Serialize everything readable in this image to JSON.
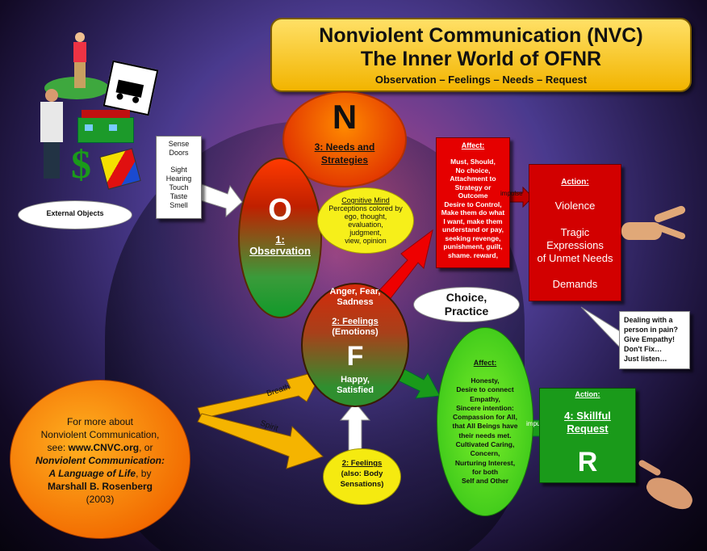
{
  "title": {
    "line1": "Nonviolent Communication (NVC)",
    "line2": "The Inner World of OFNR",
    "subtitle": "Observation – Feelings – Needs – Request"
  },
  "needs": {
    "letter": "N",
    "label": "3: Needs and",
    "label2": "Strategies"
  },
  "observation": {
    "letter": "O",
    "label": "1:",
    "label2": "Observation"
  },
  "feelings": {
    "top_text": "Anger, Fear,",
    "top_text2": "Sadness",
    "label": "2: Feelings",
    "sub": "(Emotions)",
    "letter": "F",
    "bottom_text": "Happy,",
    "bottom_text2": "Satisfied"
  },
  "cognitive": {
    "title": "Cognitive Mind",
    "lines": [
      "Perceptions colored by",
      "ego, thought,",
      "evaluation,",
      "judgment,",
      "view, opinion"
    ]
  },
  "sense_doors": {
    "lines": [
      "Sense",
      "Doors",
      "",
      "Sight",
      "Hearing",
      "Touch",
      "Taste",
      "Smell"
    ]
  },
  "external_objects": "External Objects",
  "affect_red": {
    "title": "Affect:",
    "lines": [
      "Must, Should,",
      "No choice,",
      "Attachment to",
      "Strategy or",
      "Outcome",
      "Desire to Control,",
      "Make them do what",
      "I want, make them",
      "understand or pay,",
      "seeking revenge,",
      "punishment, guilt,",
      "shame. reward,"
    ]
  },
  "impulse_top": "impulse",
  "action_red": {
    "title": "Action:",
    "line1": "Violence",
    "line2": "Tragic",
    "line3": "Expressions",
    "line4": "of Unmet Needs",
    "line5": "Demands"
  },
  "choice": {
    "line1": "Choice,",
    "line2": "Practice"
  },
  "pain_note": {
    "lines": [
      "Dealing with a",
      "person in pain?",
      "Give Empathy!",
      "Don't Fix…",
      "Just listen…"
    ]
  },
  "affect_green": {
    "title": "Affect:",
    "lines": [
      "Honesty,",
      "Desire to connect",
      "Empathy,",
      "Sincere intention:",
      "Compassion for All,",
      "that All Beings have",
      "their needs met.",
      "Cultivated Caring,",
      "Concern,",
      "Nurturing Interest,",
      "for both",
      "Self and Other"
    ]
  },
  "impulse_bottom": "impulse",
  "action_green": {
    "title": "Action:",
    "line1": "4: Skillful",
    "line2": "Request",
    "letter": "R"
  },
  "breath": "Breath",
  "spirit": "Spirit",
  "feelings_body": {
    "line1": "2: Feelings",
    "line2": "(also: Body",
    "line3": "Sensations)"
  },
  "info": {
    "line1": "For more about",
    "line2": "Nonviolent Communication,",
    "line3a": "see:  ",
    "line3b": "www.CNVC.org",
    "line3c": ",  or",
    "line4": "Nonviolent Communication:",
    "line5a": "A Language of Life",
    "line5b": ", by",
    "line6": "Marshall B. Rosenberg",
    "line7": "(2003)"
  },
  "colors": {
    "title_bg": "#f2b400",
    "needs_orange": "#e43b00",
    "affect_red": "#e50000",
    "action_green": "#1a9a1a",
    "affect_green": "#3cc81a",
    "cognitive_yellow": "#f6ef1a"
  },
  "icons": [
    "golfer-icon",
    "tow-truck-sign-icon",
    "man-with-clipboard-icon",
    "house-icon",
    "dollar-sign-icon",
    "color-cube-icon",
    "reaching-hand-icon",
    "open-hand-icon"
  ]
}
